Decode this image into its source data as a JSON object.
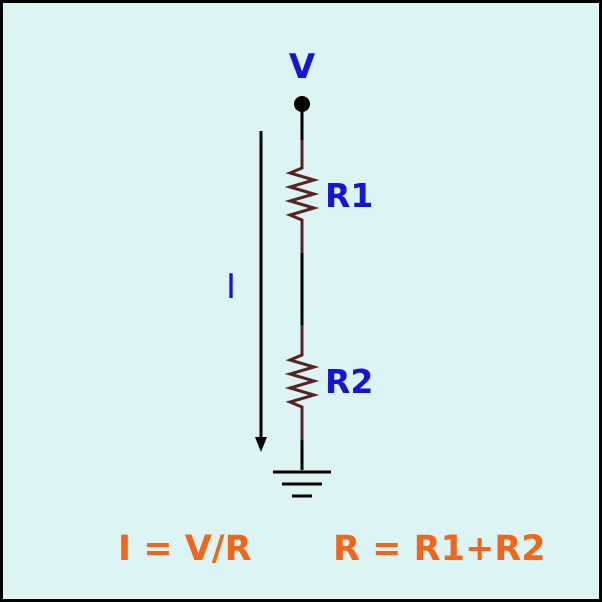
{
  "labels": {
    "voltage": "V",
    "resistor1": "R1",
    "resistor2": "R2",
    "current": "I"
  },
  "formulas": {
    "ohms_law": "I = V/R",
    "series_resistance": "R = R1+R2"
  },
  "colors": {
    "background": "#dcf4f3",
    "border": "#000000",
    "label": "#1515d6",
    "formula": "#f2661a",
    "wire": "#000000",
    "resistor": "#5a2323"
  },
  "icons": {
    "ground": "ground-symbol-icon",
    "terminal": "voltage-node-dot-icon",
    "arrow": "current-arrow-icon"
  }
}
